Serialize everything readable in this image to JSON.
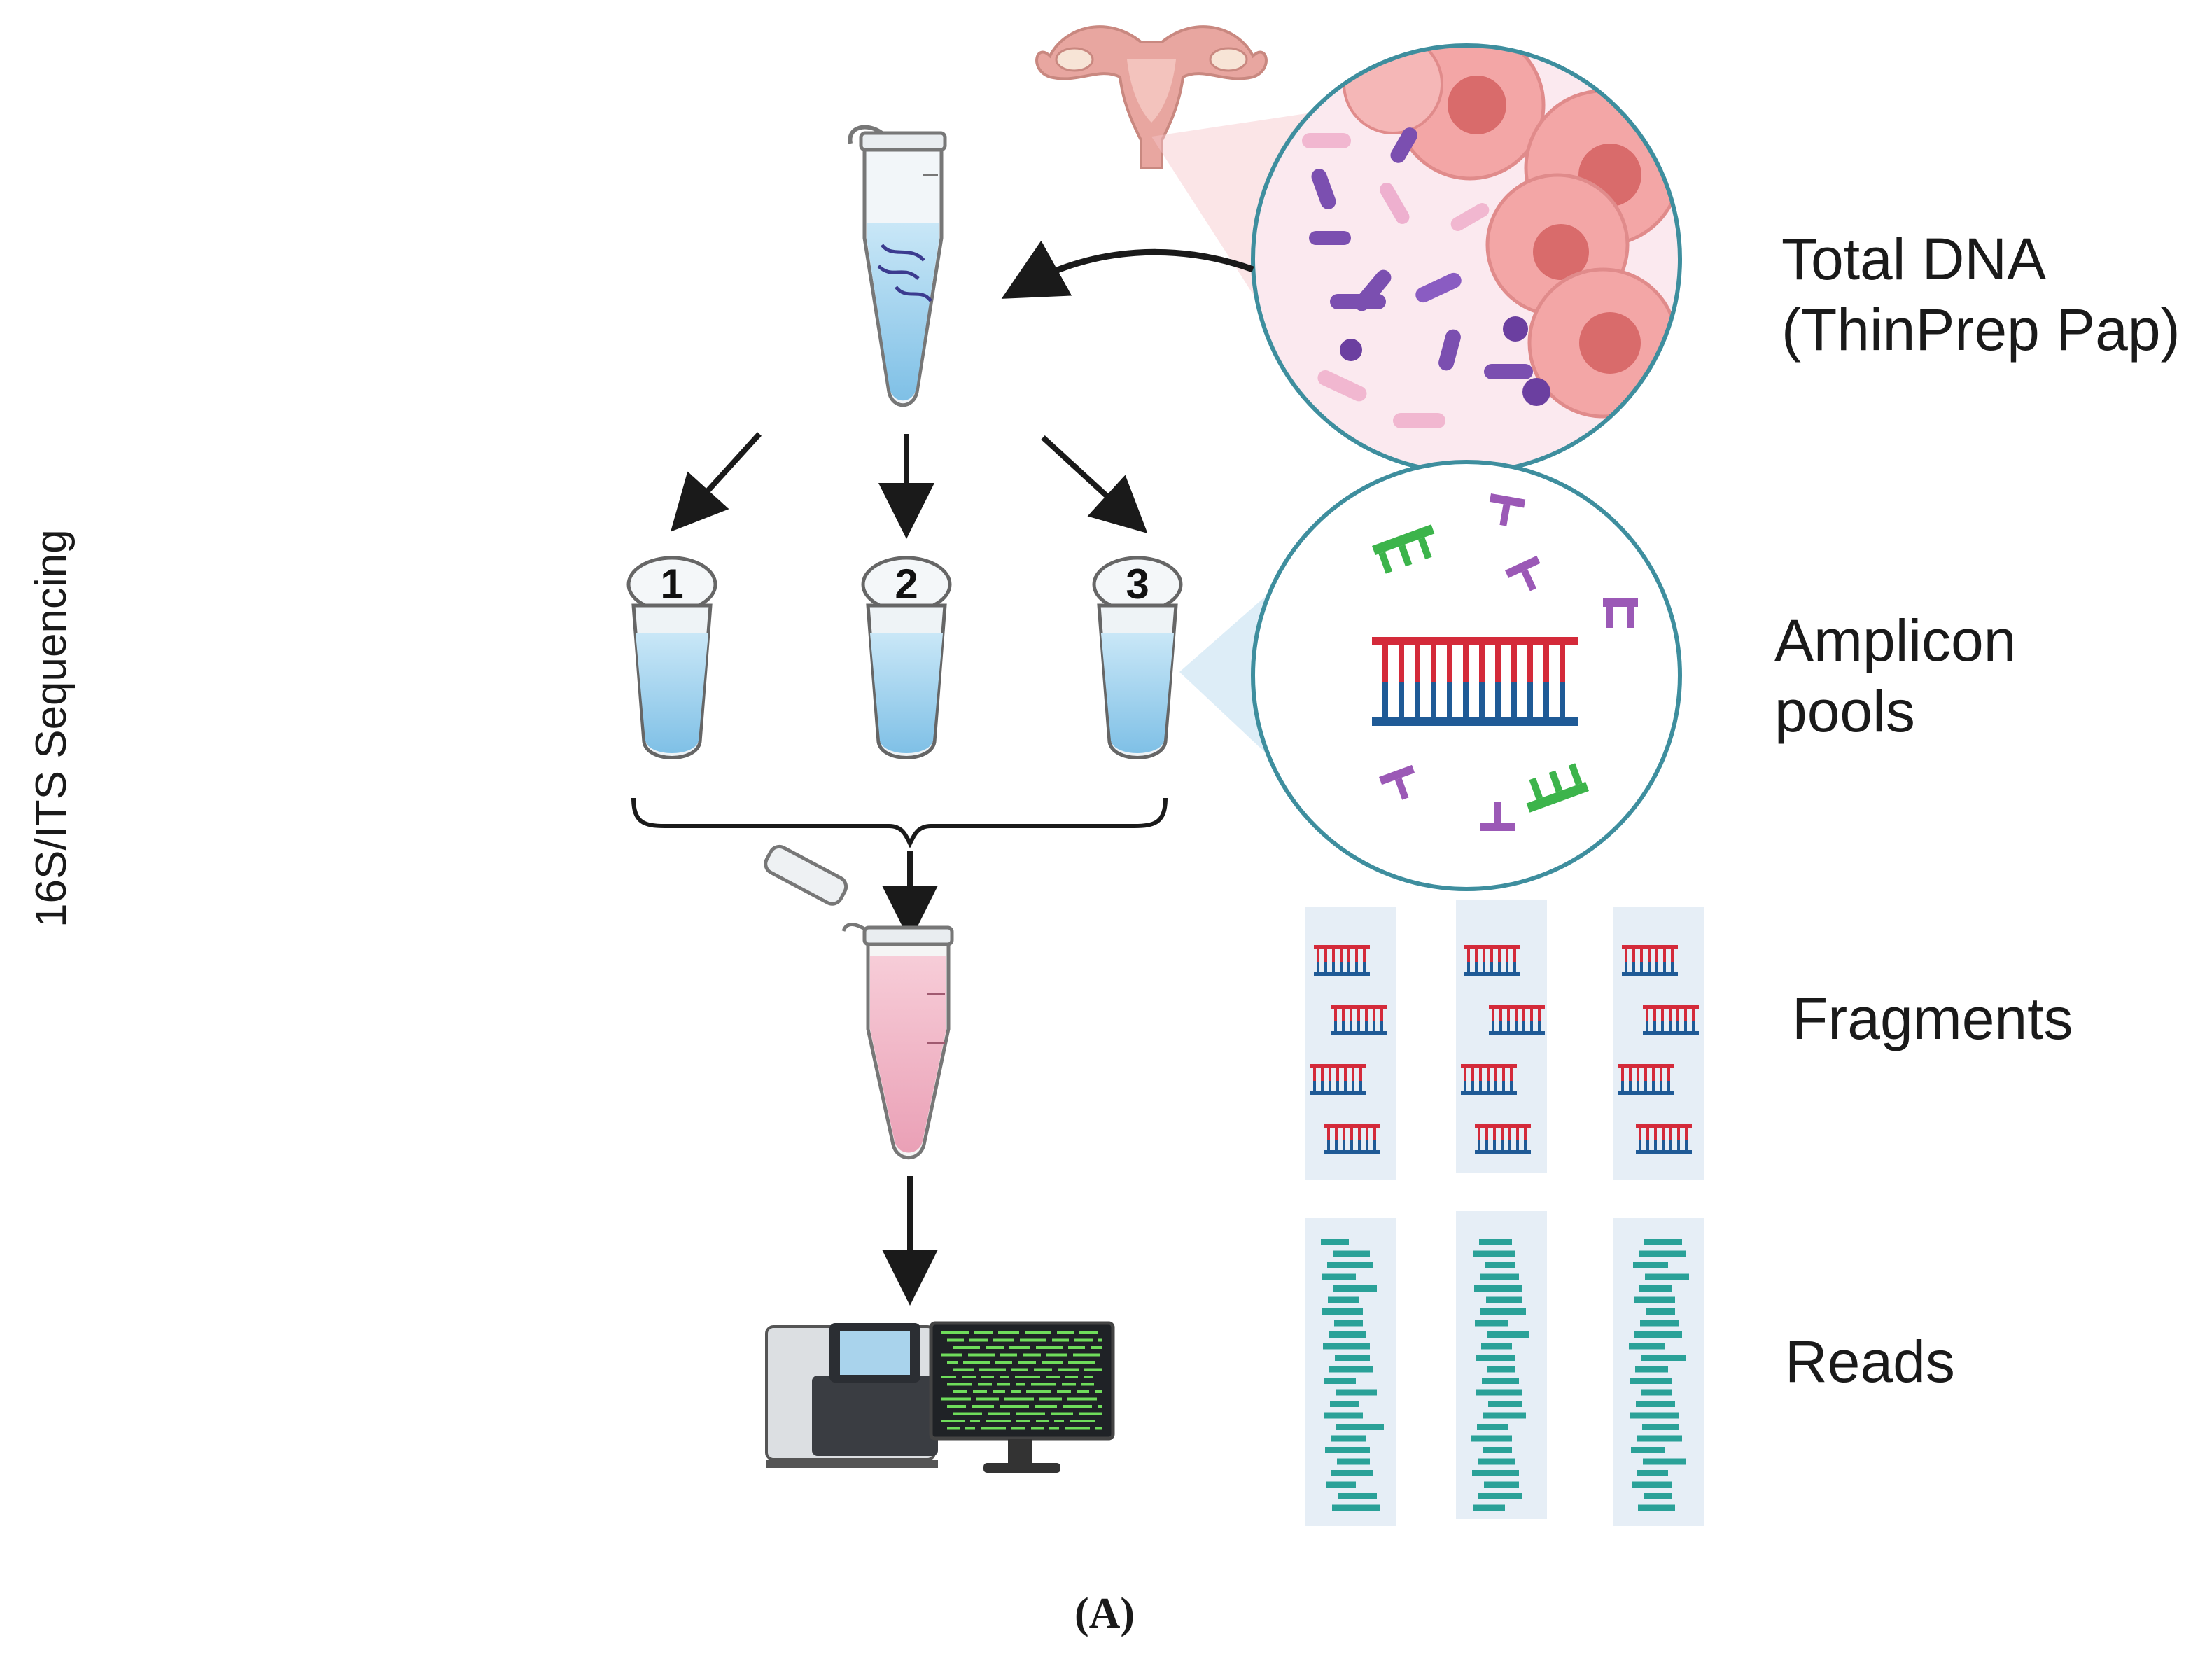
{
  "side_label": "16S/ITS Sequencing",
  "steps": [
    {
      "label_lines": [
        "Total DNA",
        "(ThinPrep Pap)"
      ]
    },
    {
      "label_lines": [
        "Amplicon",
        "pools"
      ]
    },
    {
      "label_lines": [
        "Fragments"
      ]
    },
    {
      "label_lines": [
        "Reads"
      ]
    }
  ],
  "tube_numbers": [
    "1",
    "2",
    "3"
  ],
  "caption": "(A)",
  "colors": {
    "arrow": "#1a1a1a",
    "tube_liquid_blue": "#a9d6ef",
    "tube_liquid_pink": "#f2b8c8",
    "strand_red": "#d42a3a",
    "strand_blue": "#1f5a96",
    "primer_green": "#3cb44b",
    "primer_purple": "#9b59b6",
    "read_teal": "#2aa198",
    "panel_bg": "#e6eef6",
    "circle_border": "#3e8e9e",
    "tissue_pink": "#f0a3a3",
    "bacteria_purple": "#7b4fb0"
  }
}
